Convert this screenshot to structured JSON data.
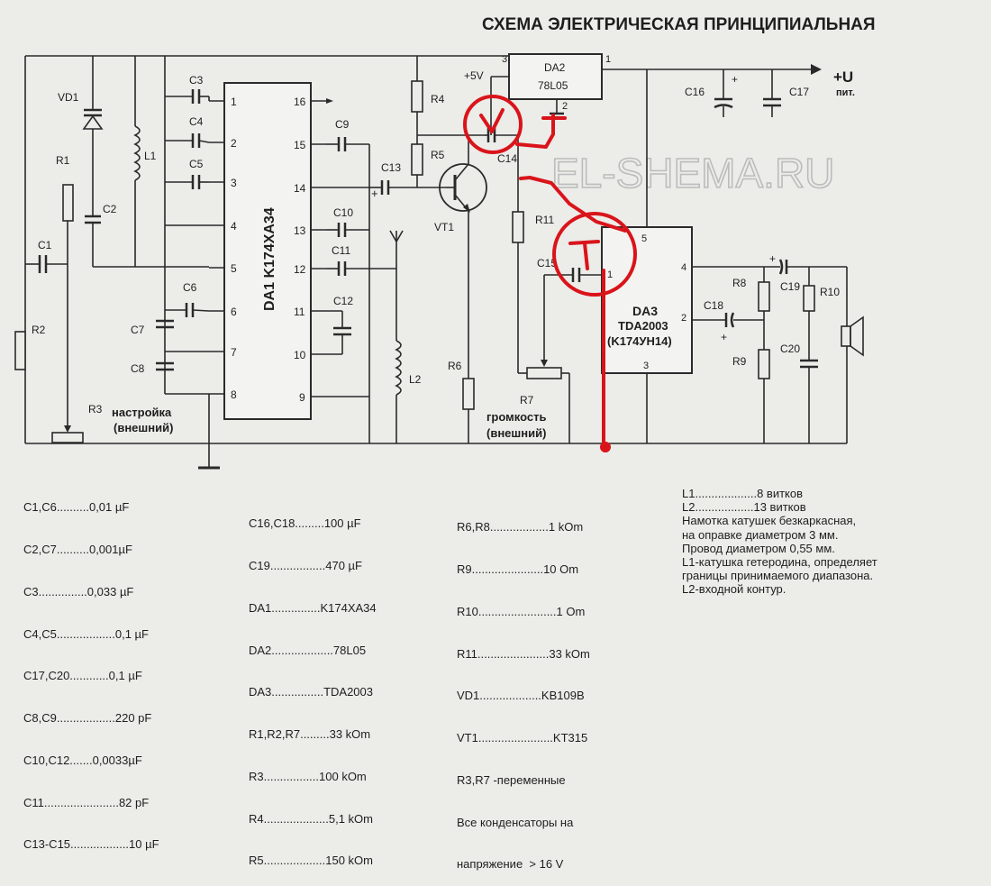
{
  "title": "СХЕМА ЭЛЕКТРИЧЕСКАЯ ПРИНЦИПИАЛЬНАЯ",
  "watermark": "EL-SHEMA.RU",
  "ics": {
    "da1": {
      "label": "DA1  K174XA34",
      "pins_left": [
        "1",
        "2",
        "3",
        "4",
        "5",
        "6",
        "7",
        "8"
      ],
      "pins_right": [
        "16",
        "15",
        "14",
        "13",
        "12",
        "11",
        "10",
        "9"
      ]
    },
    "da2": {
      "label": "DA2",
      "part": "78L05",
      "pin_in": "3",
      "pin_out": "1",
      "pin_gnd": "2"
    },
    "da3": {
      "label": "DA3",
      "part": "TDA2003",
      "part2": "(K174УН14)",
      "pin5": "5",
      "pin1": "1",
      "pin4": "4",
      "pin2": "2",
      "pin3": "3"
    }
  },
  "labels": {
    "vd1": "VD1",
    "r1": "R1",
    "r2": "R2",
    "r3": "R3",
    "r4": "R4",
    "r5": "R5",
    "r6": "R6",
    "r7": "R7",
    "r8": "R8",
    "r9": "R9",
    "r10": "R10",
    "r11": "R11",
    "l1": "L1",
    "l2": "L2",
    "c1": "C1",
    "c2": "C2",
    "c3": "C3",
    "c4": "C4",
    "c5": "C5",
    "c6": "C6",
    "c7": "C7",
    "c8": "C8",
    "c9": "C9",
    "c10": "C10",
    "c11": "C11",
    "c12": "C12",
    "c13": "C13",
    "c14": "C14",
    "c15": "C15",
    "c16": "C16",
    "c17": "C17",
    "c18": "C18",
    "c19": "C19",
    "c20": "C20",
    "vt1": "VT1",
    "v5": "+5V",
    "plus": "+",
    "supply": "+U",
    "supply_sub": "пит.",
    "tuning": "настройка",
    "tuning_sub": "(внешний)",
    "volume": "громкость",
    "volume_sub": "(внешний)"
  },
  "parts_list_1": [
    "C1,C6..........0,01 µF",
    "C2,C7..........0,001µF",
    "C3...............0,033 µF",
    "C4,C5..................0,1 µF",
    "C17,C20............0,1 µF",
    "C8,C9..................220 pF",
    "C10,C12.......0,0033µF",
    "C11.......................82 pF",
    "C13-C15..................10 µF"
  ],
  "parts_list_2": [
    "C16,C18.........100 µF",
    "C19.................470 µF",
    "DA1...............K174XA34",
    "DA2...................78L05",
    "DA3................TDA2003",
    "R1,R2,R7.........33 kOm",
    "R3.................100 kOm",
    "R4....................5,1 kOm",
    "R5...................150 kOm"
  ],
  "parts_list_3": [
    "R6,R8..................1 kOm",
    "R9......................10 Om",
    "R10........................1 Om",
    "R11......................33 kOm",
    "VD1...................KB109B",
    "VT1.......................KT315",
    "R3,R7 -переменные",
    "Все конденсаторы на",
    "напряжение  > 16 V"
  ],
  "notes": [
    "L1...................8 витков",
    "L2..................13 витков",
    "Намотка катушек безкаркасная,",
    "на оправке диаметром 3 мм.",
    "Провод диаметром 0,55 мм.",
    "L1-катушка гетеродина, определяет",
    "границы принимаемого диапазона.",
    "L2-входной контур."
  ],
  "marks": {
    "v": "V",
    "t": "T"
  }
}
